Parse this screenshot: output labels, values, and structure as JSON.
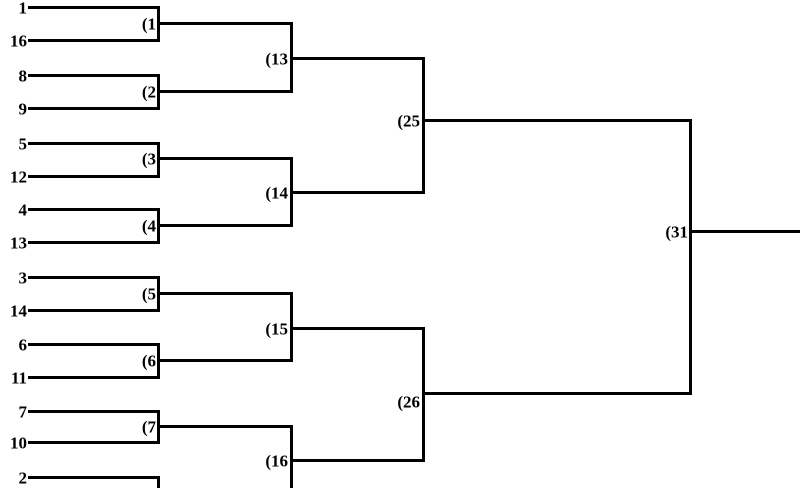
{
  "colors": {
    "line": "#000000",
    "text": "#000000",
    "background": "#ffffff"
  },
  "bracket": {
    "round1": [
      {
        "label": "(1",
        "seed_top": "1",
        "seed_bottom": "16"
      },
      {
        "label": "(2",
        "seed_top": "8",
        "seed_bottom": "9"
      },
      {
        "label": "(3",
        "seed_top": "5",
        "seed_bottom": "12"
      },
      {
        "label": "(4",
        "seed_top": "4",
        "seed_bottom": "13"
      },
      {
        "label": "(5",
        "seed_top": "3",
        "seed_bottom": "14"
      },
      {
        "label": "(6",
        "seed_top": "6",
        "seed_bottom": "11"
      },
      {
        "label": "(7",
        "seed_top": "7",
        "seed_bottom": "10"
      },
      {
        "label": "",
        "seed_top": "2",
        "seed_bottom": ""
      }
    ],
    "round2": [
      {
        "label": "(13"
      },
      {
        "label": "(14"
      },
      {
        "label": "(15"
      },
      {
        "label": "(16"
      }
    ],
    "round3": [
      {
        "label": "(25"
      },
      {
        "label": "(26"
      }
    ],
    "final": {
      "label": "(31"
    }
  }
}
